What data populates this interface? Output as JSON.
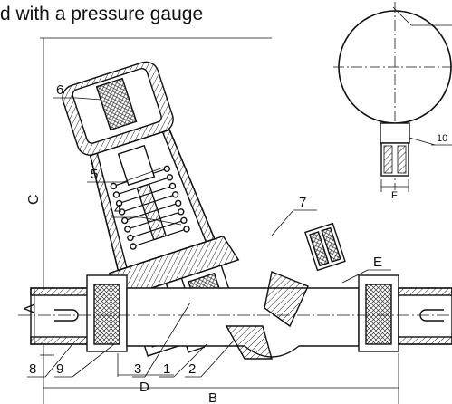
{
  "title": "d with a pressure gauge",
  "labels": {
    "n1": "1",
    "n2": "2",
    "n3": "3",
    "n4": "4",
    "n5": "5",
    "n6": "6",
    "n7": "7",
    "n8": "8",
    "n9": "9",
    "n10": "10",
    "A": "A",
    "B": "B",
    "C": "C",
    "D": "D",
    "E": "E",
    "F": "F"
  }
}
